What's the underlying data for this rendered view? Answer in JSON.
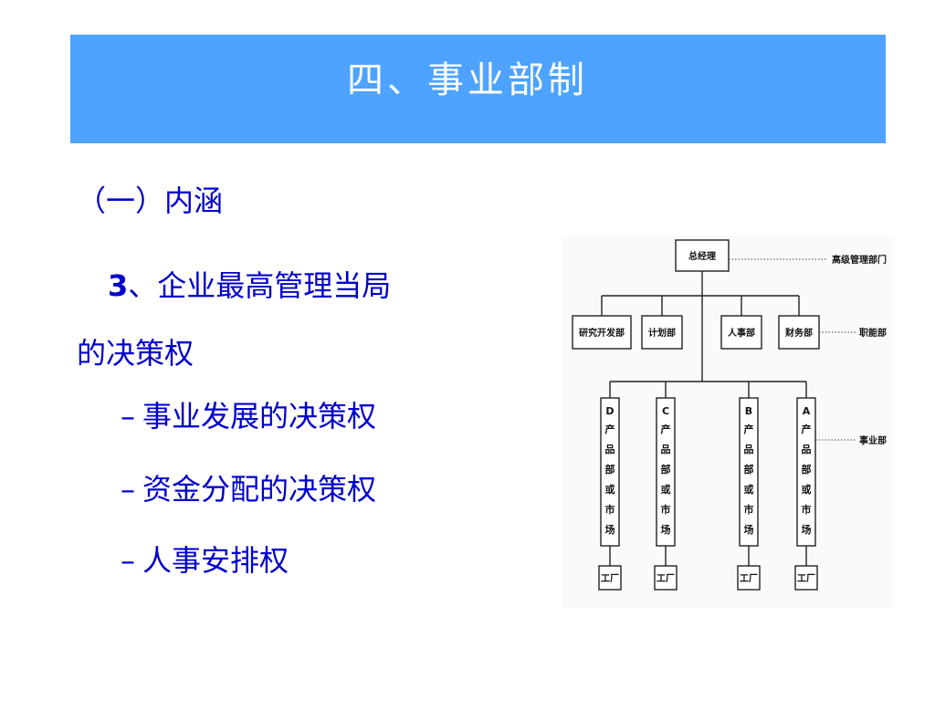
{
  "title": "四、事业部制",
  "subheading": "（一）内涵",
  "point": {
    "number": "3",
    "text_line1": "、企业最高管理当局",
    "text_line2": "的决策权"
  },
  "sub_items": [
    {
      "dash": "–",
      "text": "事业发展的决策权"
    },
    {
      "dash": "–",
      "text": "资金分配的决策权"
    },
    {
      "dash": "–",
      "text": "人事安排权"
    }
  ],
  "org_chart": {
    "top": "总经理",
    "functional": [
      "研究开发部",
      "计划部",
      "人事部",
      "财务部"
    ],
    "divisions": [
      [
        "D",
        "产",
        "品",
        "部",
        "或",
        "市",
        "场"
      ],
      [
        "C",
        "产",
        "品",
        "部",
        "或",
        "市",
        "场"
      ],
      [
        "B",
        "产",
        "品",
        "部",
        "或",
        "市",
        "场"
      ],
      [
        "A",
        "产",
        "品",
        "部",
        "或",
        "市",
        "场"
      ]
    ],
    "factories": [
      "工厂",
      "工厂",
      "工厂",
      "工厂"
    ],
    "side_labels": [
      "高级管理部门",
      "职能部",
      "事业部"
    ]
  },
  "colors": {
    "banner": "#4da3ff",
    "text_blue": "#0000cc"
  }
}
